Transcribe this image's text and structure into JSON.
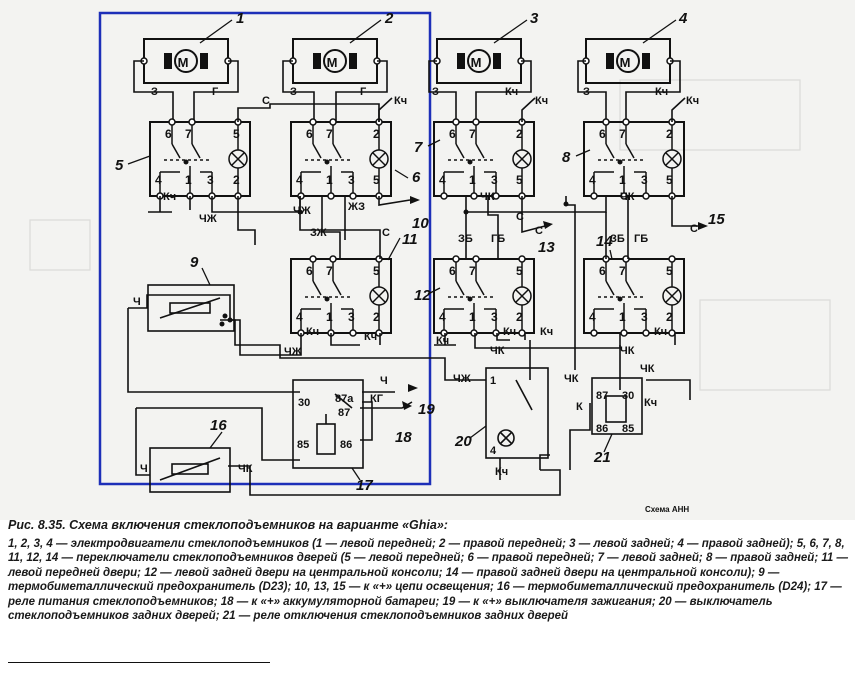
{
  "diagram": {
    "credit": "Схема АНН",
    "motor_letter": "М",
    "motors": [
      {
        "id": "1",
        "wire_left": "З",
        "wire_right": "Г"
      },
      {
        "id": "2",
        "wire_left": "З",
        "wire_right": "Г"
      },
      {
        "id": "3",
        "wire_left": "З",
        "wire_right": "Кч"
      },
      {
        "id": "4",
        "wire_left": "З",
        "wire_right": "Кч"
      }
    ],
    "component_numbers": [
      "1",
      "2",
      "3",
      "4",
      "5",
      "6",
      "7",
      "8",
      "9",
      "10",
      "11",
      "12",
      "13",
      "14",
      "15",
      "16",
      "17",
      "18",
      "19",
      "20",
      "21"
    ],
    "switch_pins": {
      "top": [
        "6",
        "7",
        "5"
      ],
      "top_alt": [
        "6",
        "7",
        "2"
      ],
      "bottom": [
        "4",
        "1",
        "3",
        "2"
      ],
      "bottom_alt": [
        "4",
        "1",
        "3",
        "5"
      ]
    },
    "wire_labels": [
      "С",
      "Кч",
      "Кч",
      "Кч",
      "Кч",
      "ЧЖ",
      "ЧЖ",
      "ЗЖ",
      "ЖЗ",
      "С",
      "ЧК",
      "ЧК",
      "С",
      "ЗБ",
      "ГБ",
      "С",
      "ЗБ",
      "ГБ",
      "С",
      "Кч",
      "ЧК",
      "Кч",
      "Кч",
      "ЧК",
      "Кч",
      "Кч",
      "Кч",
      "Ч",
      "ЧЖ",
      "ЧЖ",
      "Ч",
      "КГ",
      "Ч",
      "ЧК",
      "ЧК",
      "К",
      "Кч",
      "ЧК",
      "Кч"
    ],
    "relay_pins": {
      "r17": [
        "30",
        "87a",
        "87",
        "85",
        "86"
      ],
      "r21": [
        "87",
        "30",
        "86",
        "85"
      ],
      "s20": [
        "1",
        "4"
      ]
    }
  },
  "caption": {
    "title": "Рис. 8.35. Схема включения стеклоподъемников на варианте «Ghia»:",
    "body": "1, 2, 3, 4 — электродвигатели стеклоподъемников (1 — левой передней; 2 — правой передней; 3 — левой задней; 4 — правой задней); 5, 6, 7, 8, 11, 12, 14 — переключатели стеклоподъемников дверей (5 — левой передней; 6 — правой передней; 7 — левой задней; 8 — правой задней; 11 — левой передней двери; 12 — левой задней двери на центральной консоли; 14 — правой задней двери на центральной консоли); 9 — термобиметаллический предохранитель (D23); 10, 13, 15 — к «+» цепи освещения; 16 — термобиметаллический предохранитель (D24); 17 — реле питания стеклоподъемников; 18 — к «+» аккумуляторной батареи; 19 — к «+» выключателя зажигания; 20 — выключатель стеклоподъемников задних дверей; 21 — реле отключения стеклоподъемников задних дверей"
  }
}
